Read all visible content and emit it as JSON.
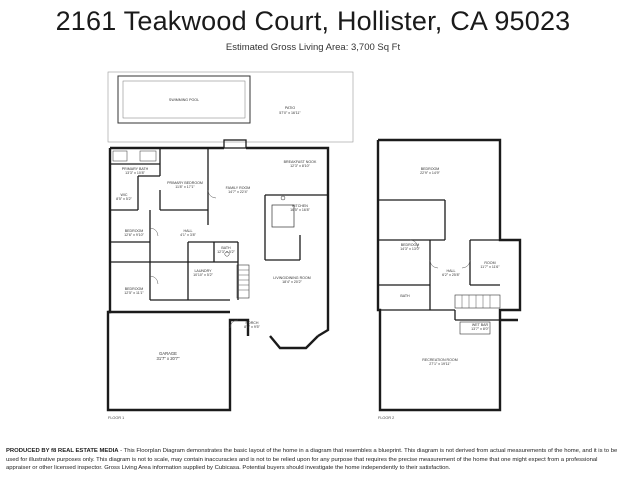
{
  "header": {
    "title": "2161 Teakwood Court, Hollister, CA 95023",
    "subtitle": "Estimated Gross Living Area: 3,700 Sq Ft"
  },
  "floor1": {
    "label": "FLOOR 1",
    "rooms": {
      "pool": "SWIMMING POOL",
      "patio": "PATIO",
      "patio_dim": "57'0\" x 16'11\"",
      "primary_bath": "PRIMARY BATH",
      "primary_bath_dim": "13'3\" x 10'8\"",
      "primary_bedroom": "PRIMARY BEDROOM",
      "primary_bedroom_dim": "11'8\" x 17'1\"",
      "wic": "WIC",
      "wic_dim": "8'5\" x 5'2\"",
      "family_room": "FAMILY ROOM",
      "family_room_dim": "14'7\" x 22'4\"",
      "breakfast_nook": "BREAKFAST NOOK",
      "breakfast_nook_dim": "12'3\" x 8'10\"",
      "kitchen": "KITCHEN",
      "kitchen_dim": "16'5\" x 16'8\"",
      "bedroom1": "BEDROOM",
      "bedroom1_dim": "12'6\" x 9'10\"",
      "hall": "HALL",
      "hall_dim": "4'1\" x 3'8\"",
      "bath": "BATH",
      "bath_dim": "12'3\" x 5'2\"",
      "laundry": "LAUNDRY",
      "laundry_dim": "10'10\" x 5'2\"",
      "living_dining": "LIVING/DINING ROOM",
      "living_dining_dim": "18'4\" x 20'2\"",
      "bedroom2": "BEDROOM",
      "bedroom2_dim": "12'5\" x 11'1\"",
      "porch": "PORCH",
      "porch_dim": "8'0\" x 9'5\"",
      "garage": "GARAGE",
      "garage_dim": "31'7\" x 20'7\""
    }
  },
  "floor2": {
    "label": "FLOOR 2",
    "rooms": {
      "bedroom_top": "BEDROOM",
      "bedroom_top_dim": "22'9\" x 14'9\"",
      "bedroom_mid": "BEDROOM",
      "bedroom_mid_dim": "14'3\" x 13'0\"",
      "hall": "HALL",
      "hall_dim": "6'2\" x 25'8\"",
      "room": "ROOM",
      "room_dim": "11'7\" x 11'6\"",
      "bath": "BATH",
      "wet_bar": "WET BAR",
      "wet_bar_dim": "13'7\" x 8'0\"",
      "recreation": "RECREATION ROOM",
      "recreation_dim": "27'1\" x 19'11\""
    }
  },
  "footer": {
    "produced_by": "PRODUCED BY f8 REAL ESTATE MEDIA",
    "disclaimer": " - This Floorplan Diagram demonstrates the basic layout of the home in a diagram that resembles a blueprint. This diagram is not derived from actual measurements of the home, and it is to be used for illustrative purposes only. This diagram is not to scale, may contain inaccuracies and is not to be relied upon for any purpose that requires the precise measurement of the home that one might expect from a professional appraiser or other licensed inspector. Gross Living Area information supplied by Cubicasa. Potential buyers should investigate the home independently to their satisfaction."
  }
}
